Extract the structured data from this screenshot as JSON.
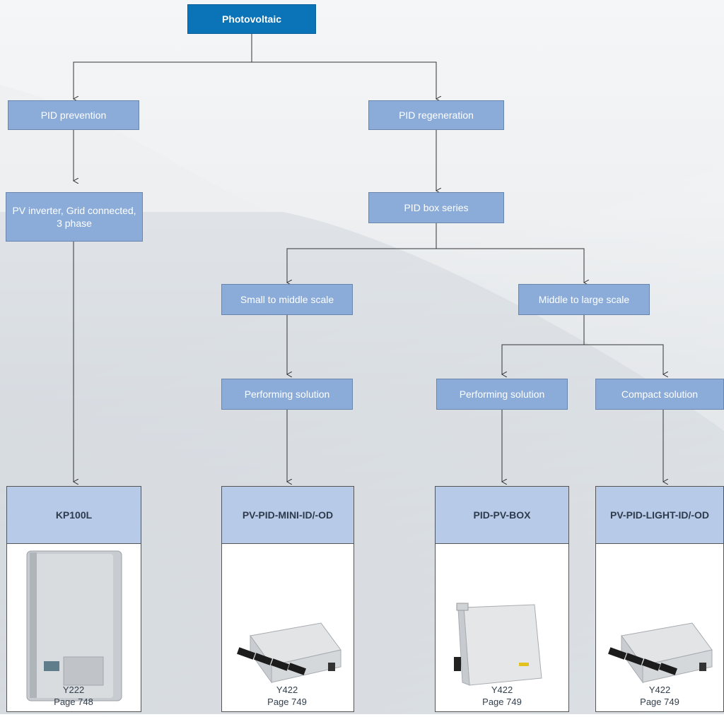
{
  "diagram": {
    "root": "Photovoltaic",
    "branches": {
      "prevention": "PID prevention",
      "regeneration": "PID regeneration"
    },
    "inverter_line1": "PV inverter, Grid connected,",
    "inverter_line2": "3 phase",
    "box_series": "PID box series",
    "small_scale": "Small to middle scale",
    "large_scale": "Middle to large scale",
    "perf_solution_1": "Performing solution",
    "perf_solution_2": "Performing solution",
    "compact_solution": "Compact solution"
  },
  "products": [
    {
      "name": "KP100L",
      "model": "Y222",
      "page": "Page 748",
      "icon": "inverter-unit"
    },
    {
      "name": "PV-PID-MINI-ID/-OD",
      "model": "Y422",
      "page": "Page 749",
      "icon": "junction-box"
    },
    {
      "name": "PID-PV-BOX",
      "model": "Y422",
      "page": "Page 749",
      "icon": "cabinet-box"
    },
    {
      "name": "PV-PID-LIGHT-ID/-OD",
      "model": "Y422",
      "page": "Page 749",
      "icon": "junction-box"
    }
  ],
  "colors": {
    "root": "#0b73b8",
    "node": "#8bacd8",
    "product_header": "#b7cbe8"
  }
}
